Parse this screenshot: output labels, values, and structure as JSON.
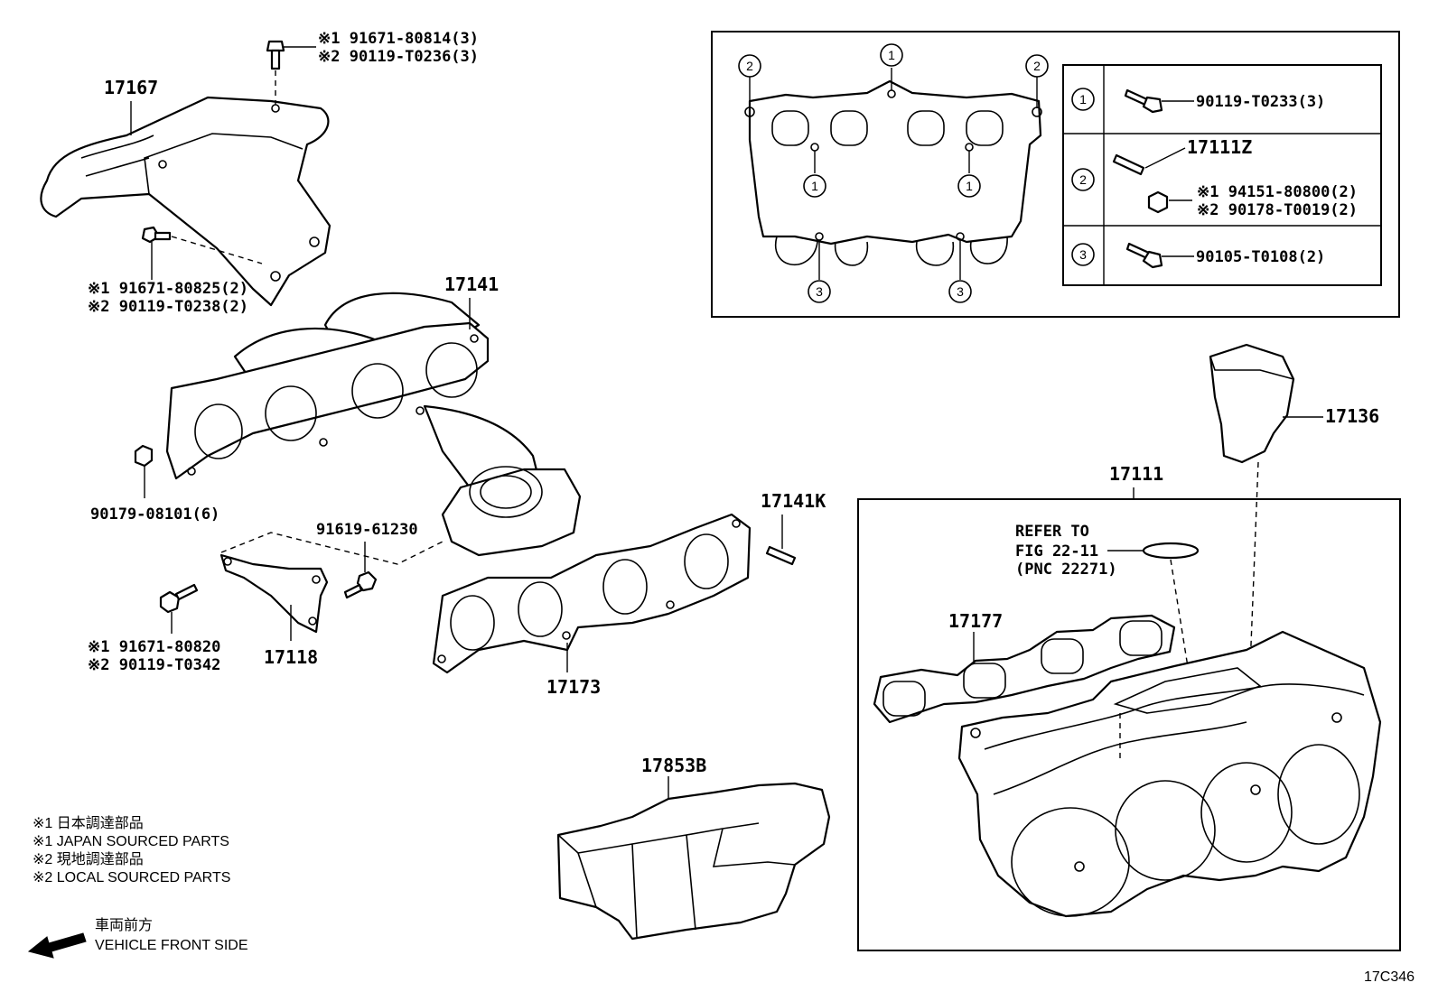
{
  "callouts": {
    "heat_insulator_top": "17167",
    "bolt_top_1": "※1 91671-80814(3)",
    "bolt_top_2": "※2 90119-T0236(3)",
    "bolt_left_1": "※1 91671-80825(2)",
    "bolt_left_2": "※2 90119-T0238(2)",
    "exhaust_manifold": "17141",
    "nut": "90179-08101(6)",
    "bolt_bracket": "91619-61230",
    "stay_bolt_1": "※1 91671-80820",
    "stay_bolt_2": "※2 90119-T0342",
    "stay": "17118",
    "stud": "17141K",
    "gasket_exhaust": "17173",
    "heat_insulator_bottom": "17853B",
    "intake_manifold": "17111",
    "refer_line1": "REFER TO",
    "refer_line2": "FIG 22-11",
    "refer_line3": "(PNC 22271)",
    "gasket_intake": "17177",
    "cover": "17136"
  },
  "inset": {
    "markers": [
      "1",
      "2",
      "3"
    ],
    "table": [
      {
        "marker": "1",
        "parts": [
          "90119-T0233(3)"
        ]
      },
      {
        "marker": "2",
        "parts": [
          "17111Z",
          "※1 94151-80800(2)",
          "※2 90178-T0019(2)"
        ]
      },
      {
        "marker": "3",
        "parts": [
          "90105-T0108(2)"
        ]
      }
    ]
  },
  "legend": {
    "line1": "※1  日本調達部品",
    "line2": "※1  JAPAN SOURCED PARTS",
    "line3": "※2  現地調達部品",
    "line4": "※2  LOCAL SOURCED PARTS",
    "front_jp": "車両前方",
    "front_en": "VEHICLE FRONT SIDE"
  },
  "figure_code": "17C346",
  "icons": [
    "front-arrow-icon",
    "bolt-icon",
    "nut-icon",
    "stud-icon"
  ]
}
